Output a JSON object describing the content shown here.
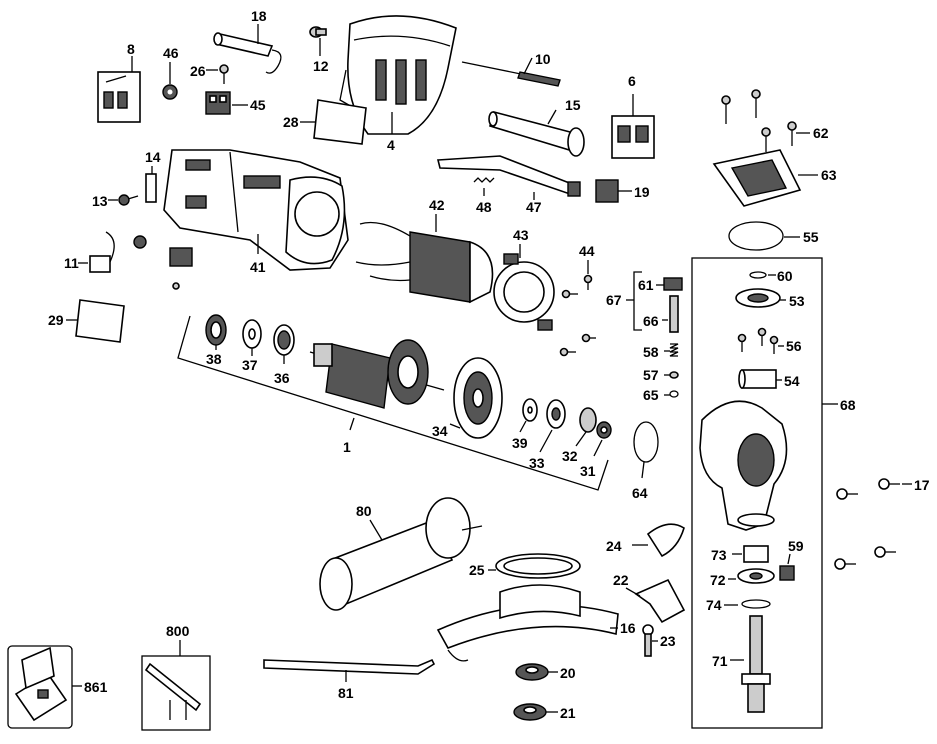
{
  "labels": {
    "l18": "18",
    "l8": "8",
    "l46": "46",
    "l26": "26",
    "l45": "45",
    "l12": "12",
    "l4": "4",
    "l10": "10",
    "l6": "6",
    "l15": "15",
    "l28": "28",
    "l62": "62",
    "l63": "63",
    "l14": "14",
    "l13": "13",
    "l42": "42",
    "l48": "48",
    "l47": "47",
    "l19": "19",
    "l55": "55",
    "l43": "43",
    "l44": "44",
    "l11": "11",
    "l41": "41",
    "l60": "60",
    "l61": "61",
    "l67": "67",
    "l53": "53",
    "l66": "66",
    "l29": "29",
    "l38": "38",
    "l37": "37",
    "l36": "36",
    "l56": "56",
    "l58": "58",
    "l57": "57",
    "l54": "54",
    "l65": "65",
    "l68": "68",
    "l34": "34",
    "l39": "39",
    "l33": "33",
    "l32": "32",
    "l31": "31",
    "l1": "1",
    "l64": "64",
    "l17": "17",
    "l80": "80",
    "l24": "24",
    "l59": "59",
    "l73": "73",
    "l25": "25",
    "l22": "22",
    "l72": "72",
    "l74": "74",
    "l16": "16",
    "l23": "23",
    "l800": "800",
    "l71": "71",
    "l861": "861",
    "l20": "20",
    "l81": "81",
    "l21": "21"
  }
}
